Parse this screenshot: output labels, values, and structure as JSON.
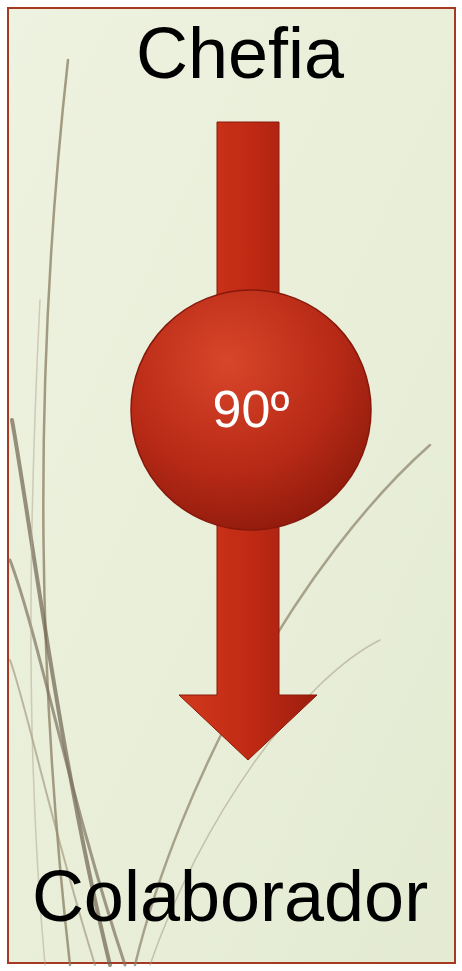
{
  "diagram": {
    "nodes": [
      {
        "text": [
          "Chefia"
        ]
      },
      {
        "text": [
          "90º"
        ]
      },
      {
        "text": [
          "Colaborador"
        ]
      }
    ],
    "edges": [
      {
        "from": 0,
        "to": 2,
        "arrow": "to"
      }
    ]
  }
}
